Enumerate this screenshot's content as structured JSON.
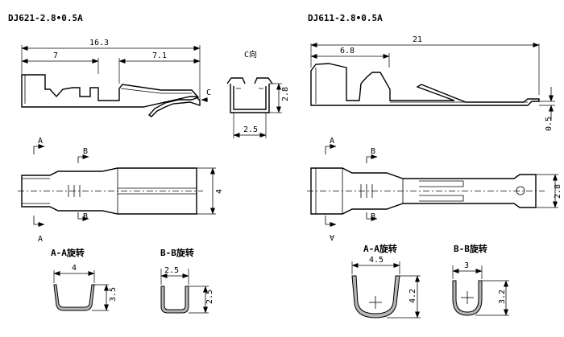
{
  "left": {
    "title": "DJ621-2.8•0.5A",
    "dims": {
      "total_length": "16.3",
      "left_part": "7",
      "right_part": "7.1",
      "c_view_height": "2.8",
      "c_view_width": "2.5",
      "width": "4"
    },
    "c_label": "C",
    "c_view_label": "C向",
    "section_a": "A",
    "section_b": "B",
    "sections": [
      {
        "label": "A-A旋转",
        "width": "4",
        "height": "3.5"
      },
      {
        "label": "B-B旋转",
        "width": "2.5",
        "height": "2.5"
      }
    ]
  },
  "right": {
    "title": "DJ611-2.8•0.5A",
    "dims": {
      "total_length": "21",
      "left_part": "6.8",
      "tab_thickness": "0.5",
      "tab_width": "2.8"
    },
    "section_a": "A",
    "section_b": "B",
    "sections": [
      {
        "label": "A-A旋转",
        "width": "4.5",
        "height": "4.2"
      },
      {
        "label": "B-B旋转",
        "width": "3",
        "height": "3.2"
      }
    ]
  }
}
